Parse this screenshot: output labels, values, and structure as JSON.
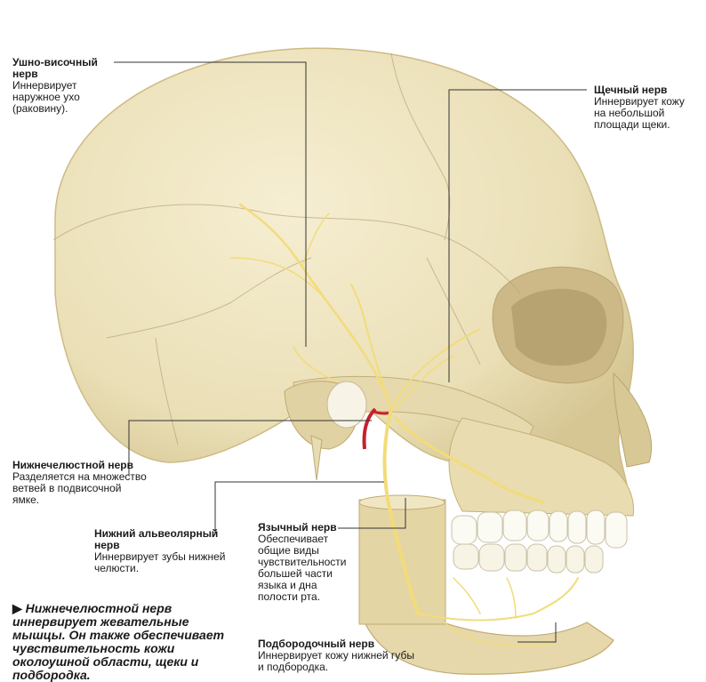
{
  "labels": {
    "auriculotemporal": {
      "title": "Ушно-височный нерв",
      "desc": "Иннервирует наружное ухо (раковину)."
    },
    "buccal": {
      "title": "Щечный нерв",
      "desc": "Иннервирует кожу на небольшой площади щеки."
    },
    "mandibular": {
      "title": "Нижнечелюстной нерв",
      "desc": "Разделяется на множество ветвей в подвисочной ямке."
    },
    "inferior_alveolar": {
      "title": "Нижний альвеолярный нерв",
      "desc": "Иннервирует зубы нижней челюсти."
    },
    "lingual": {
      "title": "Язычный нерв",
      "desc": "Обеспечивает общие виды чувствительности большей части языка и дна полости рта."
    },
    "mental": {
      "title": "Подбородочный нерв",
      "desc": "Иннервирует кожу нижней губы и подбородка."
    }
  },
  "note": {
    "marker": "▶",
    "text": "Нижнечелюстной нерв иннервирует жевательные мышцы. Он также обеспечивает чувствительность кожи околоушной области, щеки и подбородка."
  },
  "colors": {
    "bone": "#efe4bd",
    "bone_shadow": "#d9c998",
    "nerve": "#f2dc7a",
    "artery": "#c8202e",
    "leader": "#333333"
  }
}
